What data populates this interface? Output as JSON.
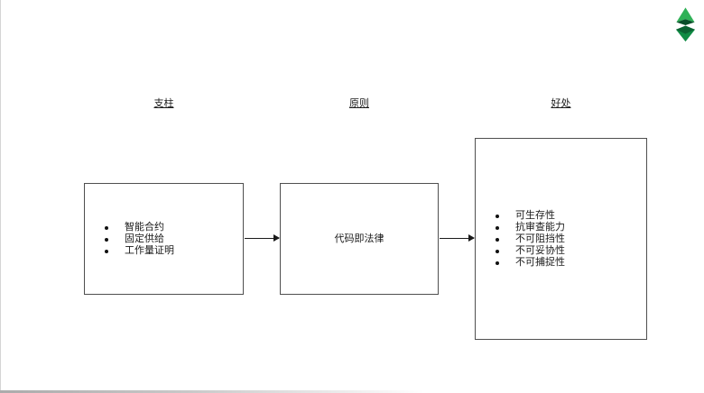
{
  "diagram": {
    "columns": [
      {
        "header": "支柱",
        "items": [
          "智能合约",
          "固定供给",
          "工作量证明"
        ]
      },
      {
        "header": "原则",
        "text": "代码即法律"
      },
      {
        "header": "好处",
        "items": [
          "可生存性",
          "抗审查能力",
          "不可阻挡性",
          "不可妥协性",
          "不可捕捉性"
        ]
      }
    ]
  },
  "logo": {
    "name": "ethereum-classic",
    "colors": {
      "top": "#30b157",
      "fold": "#094e2a",
      "diamond": "#0b6232",
      "tip": "#108b44"
    }
  }
}
